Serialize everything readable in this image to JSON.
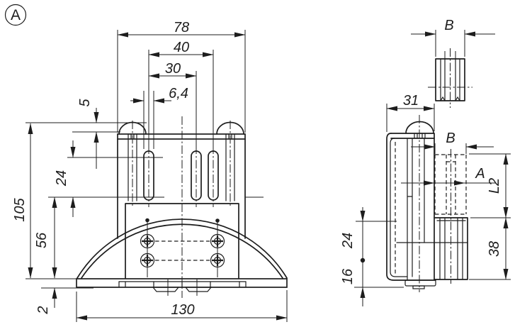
{
  "drawing": {
    "badge_label": "A",
    "colors": {
      "line": "#1d1d1d",
      "background": "#ffffff"
    },
    "front_view": {
      "dims": {
        "overall_width": "78",
        "slot_pitch_outer": "40",
        "slot_pitch_inner": "30",
        "slot_width": "6,4",
        "cap_height": "5",
        "slot_length": "24",
        "overall_height": "105",
        "body_height": "56",
        "pad_thickness": "2",
        "base_width": "130"
      }
    },
    "side_view": {
      "dims": {
        "depth": "31",
        "roller_width": "B",
        "bore": "A",
        "length_l2": "L2",
        "jaw_height": "38",
        "pivot_upper": "24",
        "pivot_lower": "16"
      }
    },
    "detail_view": {
      "dims": {
        "width": "B"
      }
    }
  }
}
